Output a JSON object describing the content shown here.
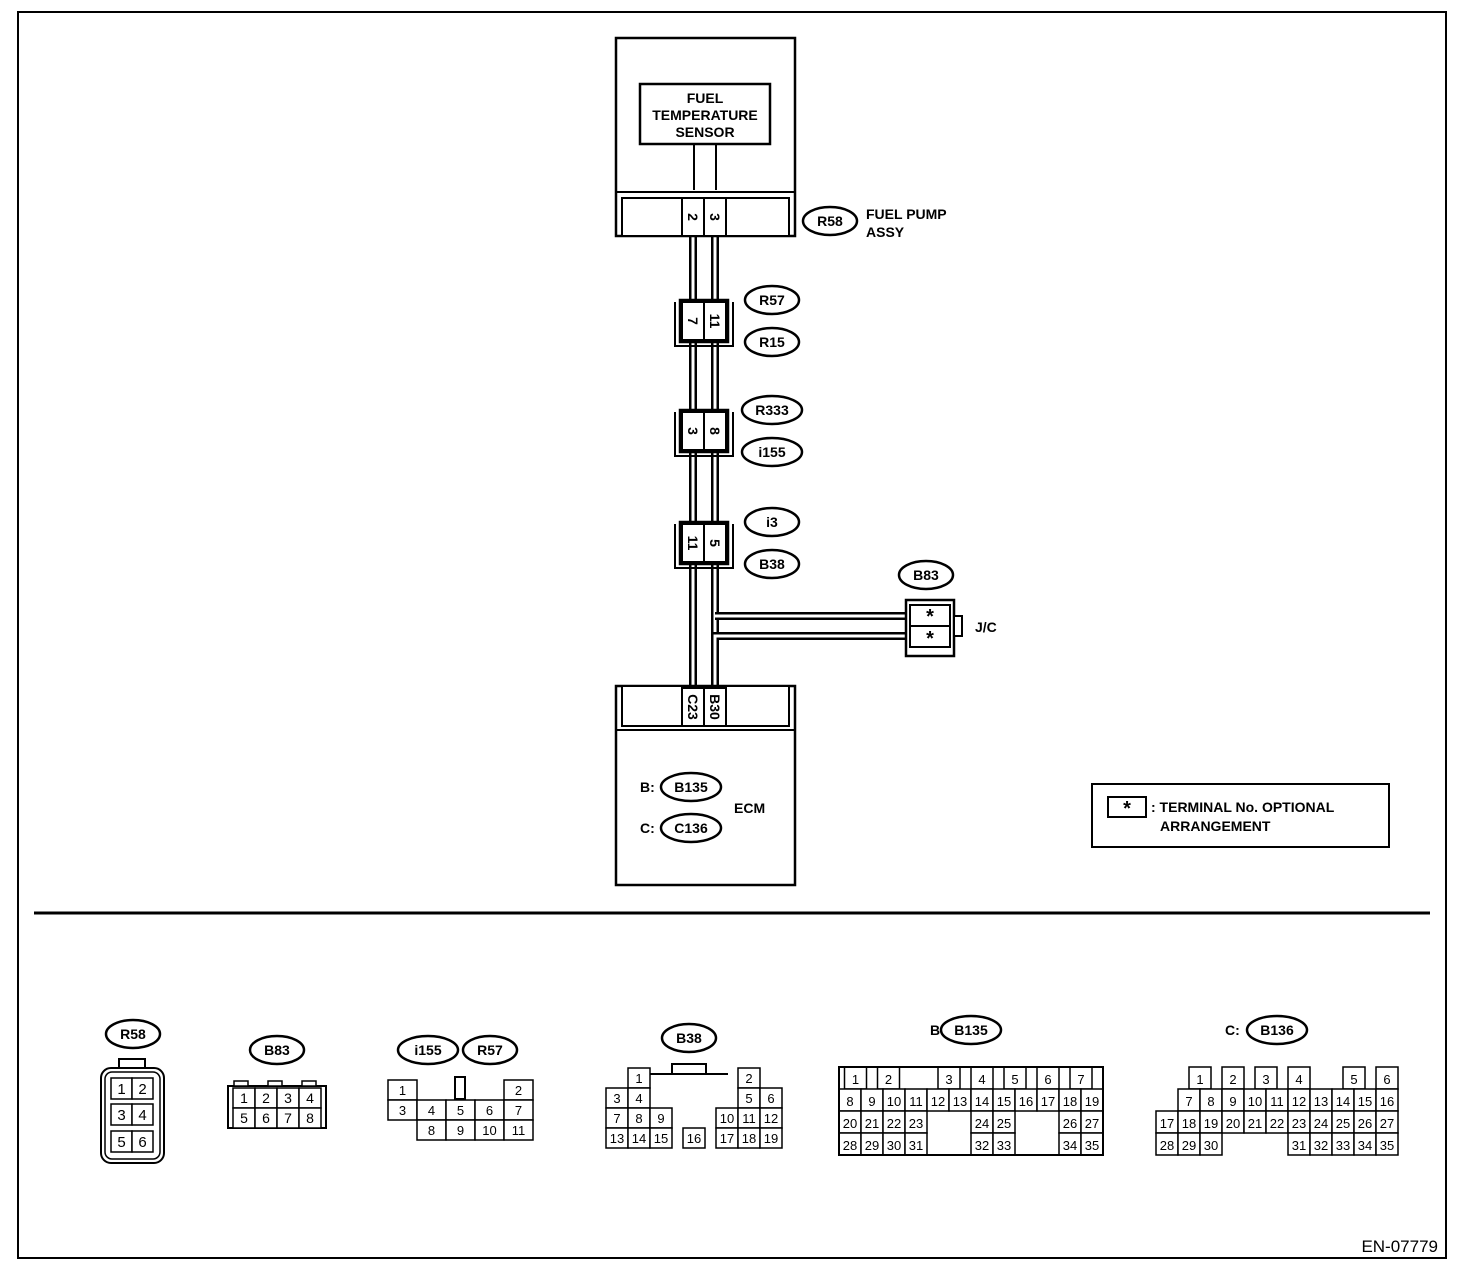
{
  "diagram_id": "EN-07779",
  "sensor": {
    "lines": [
      "FUEL",
      "TEMPERATURE",
      "SENSOR"
    ]
  },
  "fuel_pump": {
    "connector": "R58",
    "lines": [
      "FUEL PUMP",
      "ASSY"
    ],
    "pins": [
      "2",
      "3"
    ]
  },
  "inline_connectors": [
    {
      "top": "R57",
      "bottom": "R15",
      "pins": [
        "7",
        "11"
      ]
    },
    {
      "top": "R333",
      "bottom": "i155",
      "pins": [
        "3",
        "8"
      ]
    },
    {
      "top": "i3",
      "bottom": "B38",
      "pins": [
        "11",
        "5"
      ]
    }
  ],
  "joint": {
    "connector": "B83",
    "label": "J/C",
    "pins": [
      "*",
      "*"
    ]
  },
  "ecm": {
    "label": "ECM",
    "pins": [
      "C23",
      "B30"
    ],
    "connectors": [
      {
        "prefix": "B:",
        "name": "B135"
      },
      {
        "prefix": "C:",
        "name": "C136"
      }
    ]
  },
  "legend": {
    "symbol": "*",
    "lines": [
      ": TERMINAL No. OPTIONAL",
      "ARRANGEMENT"
    ]
  },
  "connector_views": [
    {
      "name": "R58",
      "rows": [
        [
          "1",
          "2"
        ],
        [
          "3",
          "4"
        ],
        [
          "5",
          "6"
        ]
      ]
    },
    {
      "name": "B83",
      "rows": [
        [
          "1",
          "2",
          "3",
          "4"
        ],
        [
          "5",
          "6",
          "7",
          "8"
        ]
      ]
    },
    {
      "names": [
        "i155",
        "R57"
      ],
      "rows": [
        [
          "1",
          "2"
        ],
        [
          "3",
          "4",
          "5",
          "6",
          "7"
        ],
        [
          "8",
          "9",
          "10",
          "11"
        ]
      ]
    },
    {
      "name": "B38",
      "rows": [
        [
          "1",
          "2"
        ],
        [
          "3",
          "4",
          "5",
          "6"
        ],
        [
          "7",
          "8",
          "9",
          "10",
          "11",
          "12"
        ],
        [
          "13",
          "14",
          "15",
          "16",
          "17",
          "18",
          "19"
        ]
      ]
    },
    {
      "prefix": "B:",
      "name": "B135",
      "rows": [
        [
          "1",
          "2",
          "3",
          "4",
          "5",
          "6",
          "7"
        ],
        [
          "8",
          "9",
          "10",
          "11",
          "12",
          "13",
          "14",
          "15",
          "16",
          "17",
          "18",
          "19"
        ],
        [
          "20",
          "21",
          "22",
          "23",
          "24",
          "25",
          "26",
          "27"
        ],
        [
          "28",
          "29",
          "30",
          "31",
          "32",
          "33",
          "34",
          "35"
        ]
      ]
    },
    {
      "prefix": "C:",
      "name": "B136",
      "rows": [
        [
          "1",
          "2",
          "3",
          "4",
          "5",
          "6"
        ],
        [
          "7",
          "8",
          "9",
          "10",
          "11",
          "12",
          "13",
          "14",
          "15",
          "16"
        ],
        [
          "17",
          "18",
          "19",
          "20",
          "21",
          "22",
          "23",
          "24",
          "25",
          "26",
          "27"
        ],
        [
          "28",
          "29",
          "30",
          "31",
          "32",
          "33",
          "34",
          "35"
        ]
      ]
    }
  ]
}
